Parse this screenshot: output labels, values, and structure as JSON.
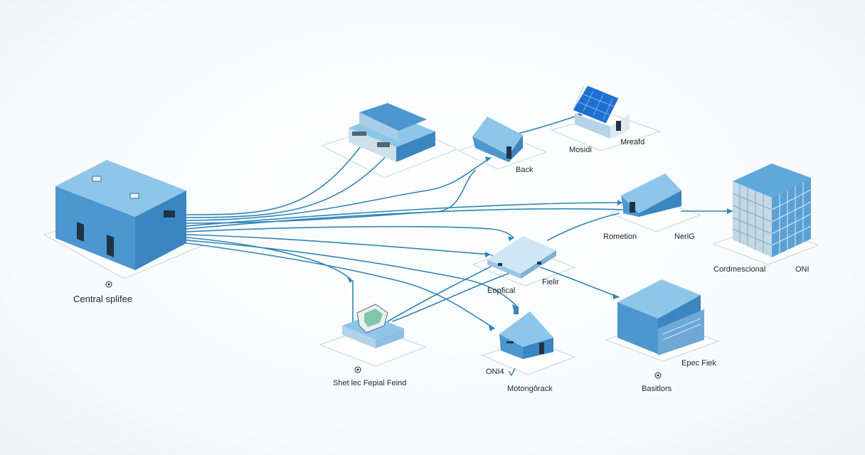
{
  "diagram": {
    "nodes": [
      {
        "id": "central",
        "label": "Central splifee",
        "icon": "warehouse-icon"
      },
      {
        "id": "rack",
        "label": "",
        "icon": "equipment-rack-icon"
      },
      {
        "id": "back",
        "label": "Back",
        "icon": "small-house-icon"
      },
      {
        "id": "solar",
        "label_left": "Mosidi",
        "label_right": "Mreafd",
        "icon": "solar-house-icon"
      },
      {
        "id": "splitter",
        "label_left": "Eopfical",
        "label_right": "Fielir",
        "icon": "splitter-icon"
      },
      {
        "id": "house-r",
        "label_left": "Rometion",
        "label_right": "NeriG",
        "icon": "house-icon"
      },
      {
        "id": "tower",
        "label_left": "Cordmescional",
        "label_right": "ONI",
        "icon": "office-tower-icon"
      },
      {
        "id": "terminal",
        "label": "Shet lec Fepial Feind",
        "icon": "terminal-icon"
      },
      {
        "id": "house-b",
        "label_top": "ONI4",
        "label": "Motongôrack",
        "icon": "house-icon"
      },
      {
        "id": "block",
        "label_top": "Epec Fiek",
        "label": "Basitlors",
        "icon": "building-block-icon"
      }
    ]
  },
  "colors": {
    "fiber": "#2f86b8",
    "box_top": "#8ec6ea",
    "box_side": "#4c97cf"
  }
}
